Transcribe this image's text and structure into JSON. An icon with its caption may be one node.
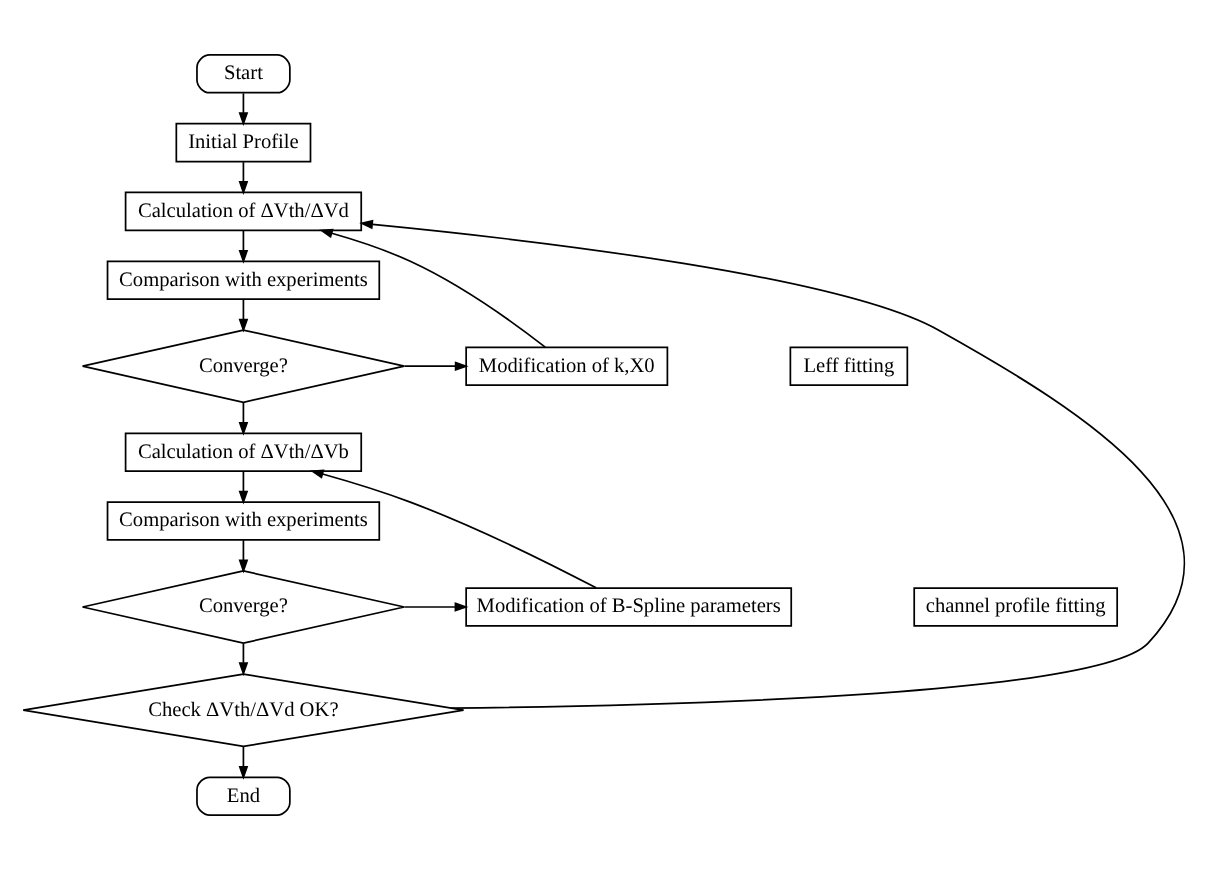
{
  "diagram": {
    "nodes": [
      {
        "text": [
          "Start"
        ]
      },
      {
        "text": [
          "Initial Profile"
        ]
      },
      {
        "text": [
          "Calculation of ΔVth/ΔVd"
        ]
      },
      {
        "text": [
          "Comparison with experiments"
        ]
      },
      {
        "text": [
          "Converge?"
        ]
      },
      {
        "text": [
          "Modification of k,X0"
        ]
      },
      {
        "text": [
          "Calculation of ΔVth/ΔVb"
        ]
      },
      {
        "text": [
          "Comparison with experiments"
        ]
      },
      {
        "text": [
          "Converge?"
        ]
      },
      {
        "text": [
          "Modification of B-Spline parameters"
        ]
      },
      {
        "text": [
          "Check ΔVth/ΔVd OK?"
        ]
      },
      {
        "text": [
          "End"
        ]
      },
      {
        "text": [
          "Leff fitting"
        ]
      },
      {
        "text": [
          "channel profile fitting"
        ]
      }
    ],
    "edges": [
      {
        "from": 0,
        "to": 1,
        "arrow": "to"
      },
      {
        "from": 1,
        "to": 2,
        "arrow": "to"
      },
      {
        "from": 2,
        "to": 3,
        "arrow": "to"
      },
      {
        "from": 3,
        "to": 4,
        "arrow": "to"
      },
      {
        "from": 4,
        "to": 5,
        "arrow": "to"
      },
      {
        "from": 5,
        "to": 2,
        "arrow": "to"
      },
      {
        "from": 4,
        "to": 6,
        "arrow": "to"
      },
      {
        "from": 6,
        "to": 7,
        "arrow": "to"
      },
      {
        "from": 7,
        "to": 8,
        "arrow": "to"
      },
      {
        "from": 8,
        "to": 9,
        "arrow": "to"
      },
      {
        "from": 9,
        "to": 6,
        "arrow": "to"
      },
      {
        "from": 8,
        "to": 10,
        "arrow": "to"
      },
      {
        "from": 10,
        "to": 2,
        "arrow": "to"
      },
      {
        "from": 10,
        "to": 11,
        "arrow": "to"
      }
    ]
  }
}
